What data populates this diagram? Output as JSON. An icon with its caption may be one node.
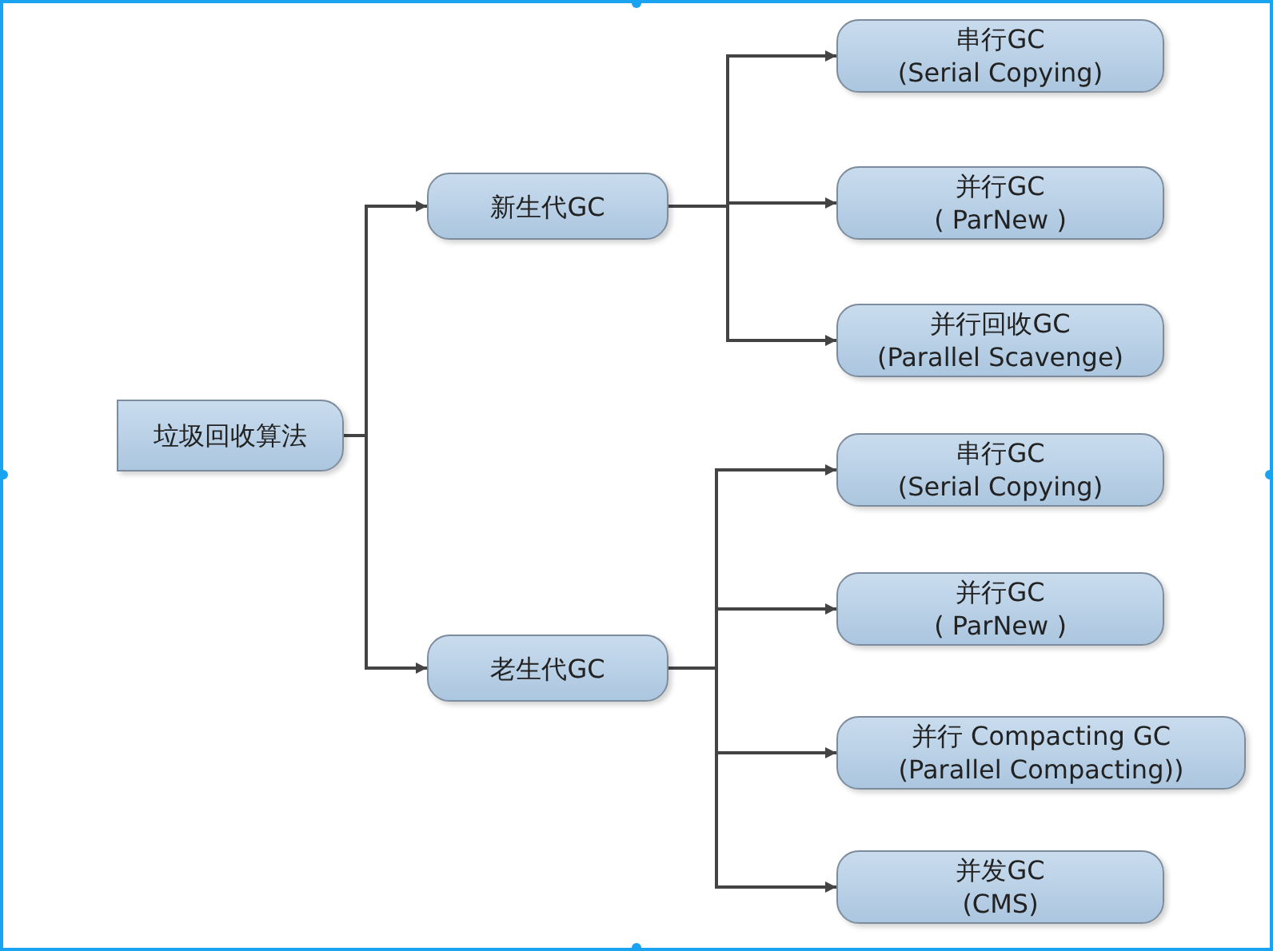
{
  "diagram": {
    "nodes": [
      {
        "text": [
          "垃圾回收算法"
        ]
      },
      {
        "text": [
          "新生代GC"
        ]
      },
      {
        "text": [
          "串行GC",
          "(Serial Copying)"
        ]
      },
      {
        "text": [
          "并行GC",
          "( ParNew )"
        ]
      },
      {
        "text": [
          "并行回收GC",
          "(Parallel Scavenge)"
        ]
      },
      {
        "text": [
          "老生代GC"
        ]
      },
      {
        "text": [
          "串行GC",
          "(Serial Copying)"
        ]
      },
      {
        "text": [
          "并行GC",
          "( ParNew )"
        ]
      },
      {
        "text": [
          "并行 Compacting GC",
          "(Parallel Compacting))"
        ]
      },
      {
        "text": [
          "并发GC",
          "(CMS)"
        ]
      }
    ],
    "edges": [
      {
        "from": 0,
        "to": 1,
        "arrow": "to"
      },
      {
        "from": 0,
        "to": 5,
        "arrow": "to"
      },
      {
        "from": 1,
        "to": 2,
        "arrow": "to"
      },
      {
        "from": 1,
        "to": 3,
        "arrow": "to"
      },
      {
        "from": 1,
        "to": 4,
        "arrow": "to"
      },
      {
        "from": 5,
        "to": 6,
        "arrow": "to"
      },
      {
        "from": 5,
        "to": 7,
        "arrow": "to"
      },
      {
        "from": 5,
        "to": 8,
        "arrow": "to"
      },
      {
        "from": 5,
        "to": 9,
        "arrow": "to"
      }
    ]
  }
}
